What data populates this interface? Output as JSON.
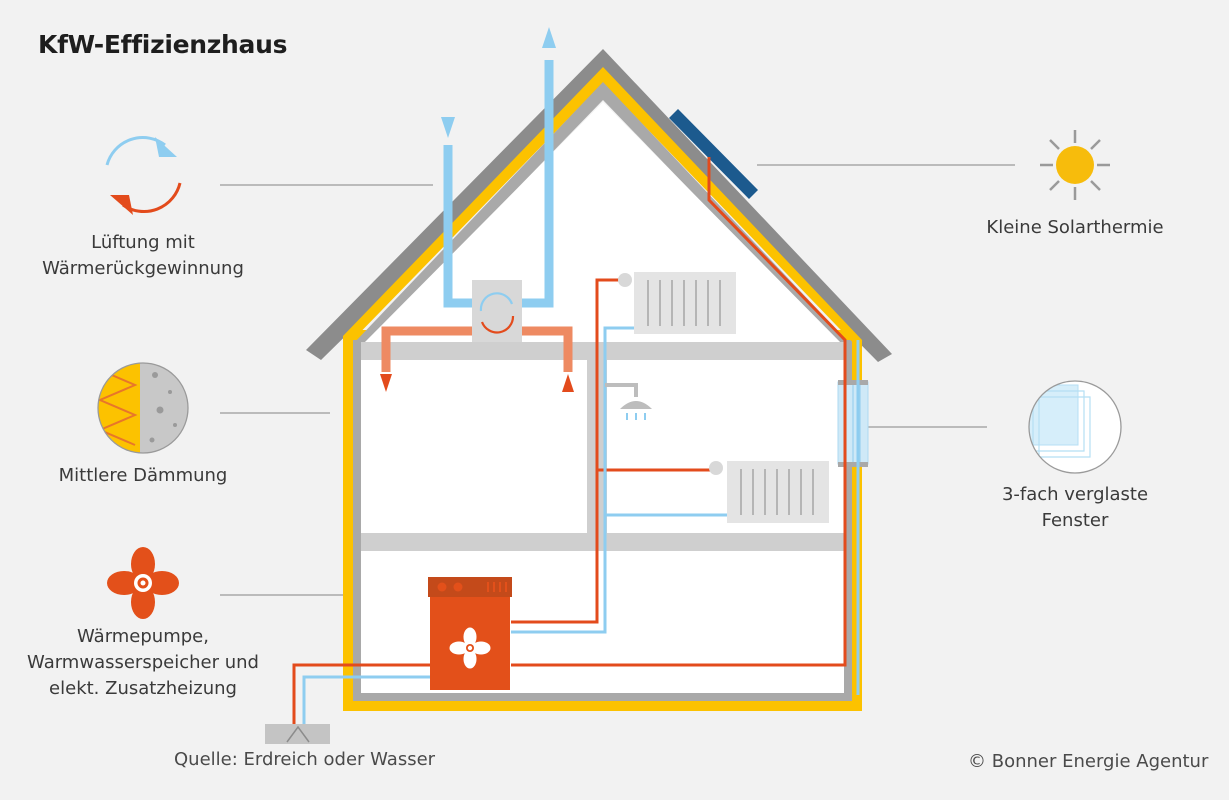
{
  "title": "KfW-Effizienzhaus",
  "labels": {
    "ventilation": [
      "Lüftung mit",
      "Wärmerückgewinnung"
    ],
    "insulation": "Mittlere Dämmung",
    "heatpump": [
      "Wärmepumpe,",
      "Warmwasserspeicher und",
      "elekt. Zusatzheizung"
    ],
    "solar": "Kleine Solarthermie",
    "windows": [
      "3-fach verglaste",
      "Fenster"
    ]
  },
  "source": "Quelle: Erdreich oder Wasser",
  "copyright": "© Bonner Energie Agentur",
  "colors": {
    "background": "#f2f2f2",
    "insulation_yellow": "#fcc200",
    "wall_gray": "#a8a8a8",
    "floor_gray": "#cfcfcf",
    "hot_pipe": "#e34b1c",
    "cold_pipe": "#8ecdf0",
    "solar_panel": "#1c5a8e",
    "sun": "#f7bc0c",
    "heatpump": "#e3501a"
  },
  "icons": [
    "circular-arrows-icon",
    "insulation-swatch-icon",
    "fan-icon",
    "sun-icon",
    "window-pane-icon",
    "radiator-icon",
    "shower-icon"
  ]
}
